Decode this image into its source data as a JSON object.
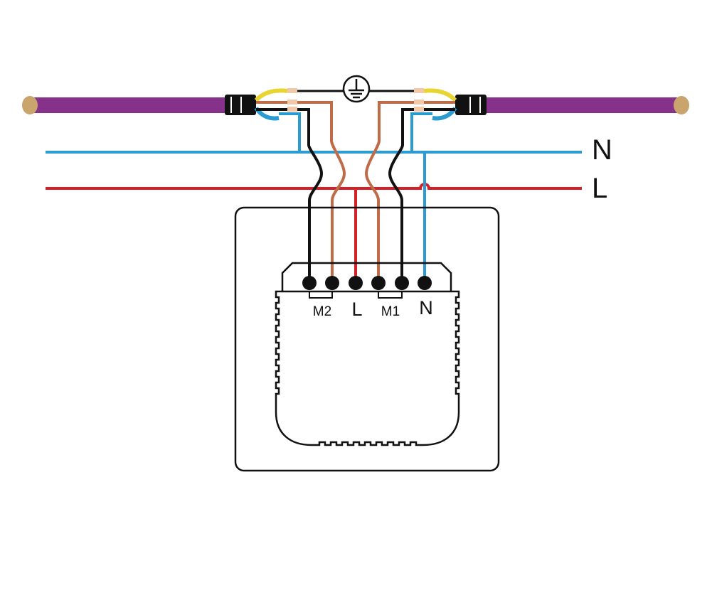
{
  "rails": [
    {
      "id": "neutral",
      "label": "N",
      "color": "#2b9bd2"
    },
    {
      "id": "live",
      "label": "L",
      "color": "#d42027"
    }
  ],
  "terminals": [
    {
      "label": "M2",
      "size": "small"
    },
    {
      "label": "",
      "size": "small"
    },
    {
      "label": "L",
      "size": "large"
    },
    {
      "label": "",
      "size": "small"
    },
    {
      "label": "M1",
      "size": "small"
    },
    {
      "label": "N",
      "size": "large"
    }
  ],
  "colors": {
    "cable": "#86318a",
    "cable_end": "#c9a46c",
    "neutral": "#2b9bd2",
    "live": "#d42027",
    "motor_brown": "#c06b48",
    "black": "#111111",
    "earth_yellow": "#e8d534",
    "ferrule": "#f2c9a8",
    "outline": "#111111"
  },
  "icons": {
    "earth": "ground-symbol-icon",
    "motor_left": "motor-cable",
    "motor_right": "motor-cable"
  }
}
